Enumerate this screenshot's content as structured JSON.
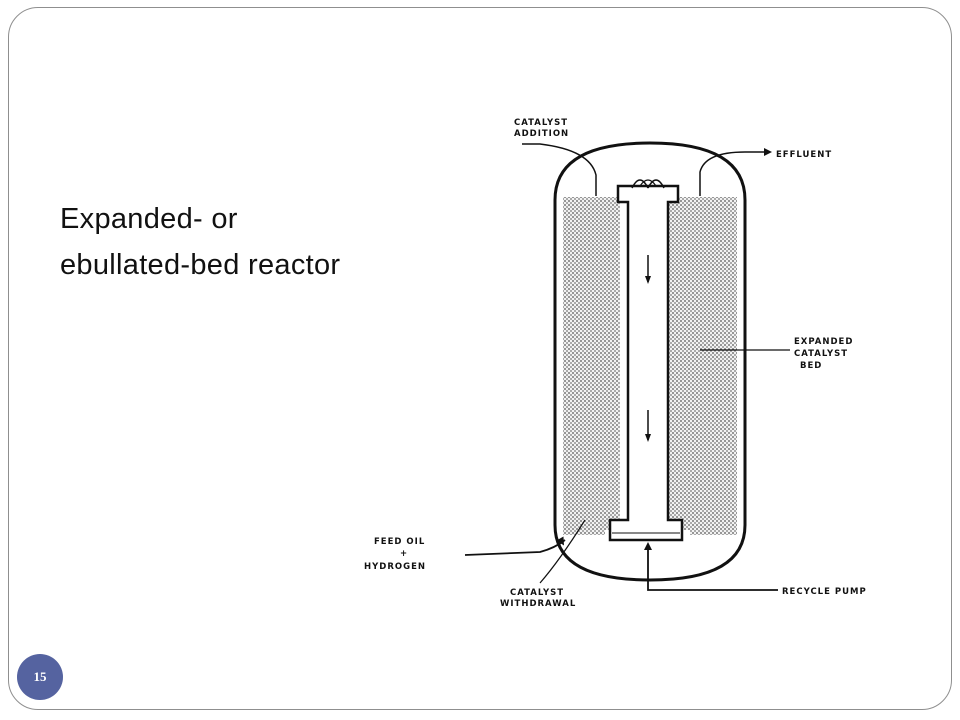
{
  "slide": {
    "title_line1": "Expanded- or",
    "title_line2": "ebullated-bed reactor",
    "page_number": "15"
  },
  "diagram": {
    "labels": {
      "catalyst_addition_1": "CATALYST",
      "catalyst_addition_2": "ADDITION",
      "effluent": "EFFLUENT",
      "expanded_1": "EXPANDED",
      "expanded_2": "CATALYST",
      "expanded_3": "BED",
      "feed_1": "FEED  OIL",
      "feed_2": "+",
      "feed_3": "HYDROGEN",
      "withdrawal_1": "CATALYST",
      "withdrawal_2": "WITHDRAWAL",
      "recycle": "RECYCLE  PUMP"
    }
  },
  "colors": {
    "badge": "#5563a0",
    "frame": "#8f8f8f"
  }
}
